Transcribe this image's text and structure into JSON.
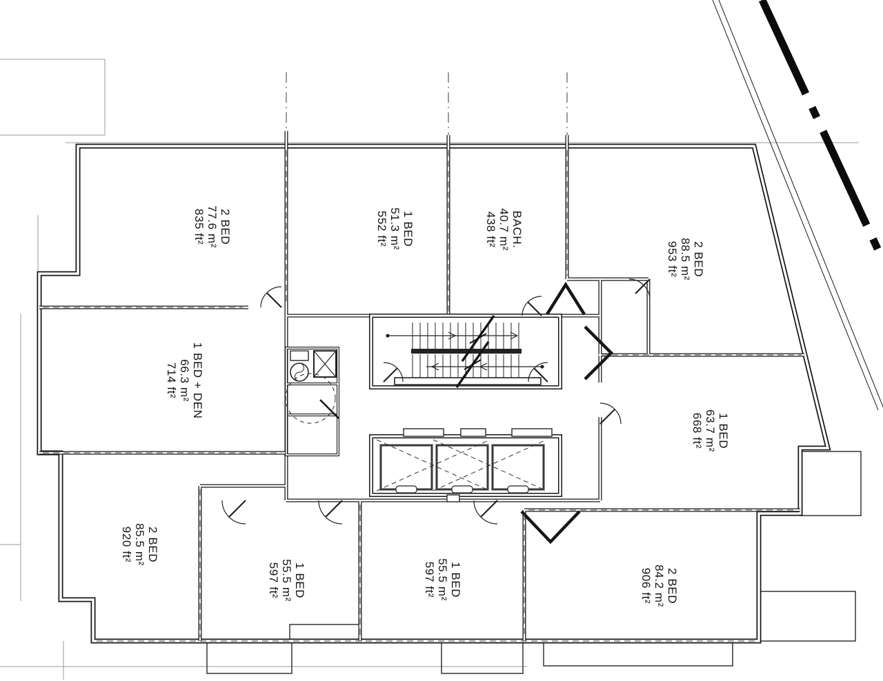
{
  "drawing": {
    "kind": "residential-tower-typical-floor-plan",
    "line_color": "#161616",
    "dashed_color": "#4a4a4a",
    "site_line_color": "#9a9a9a",
    "elevator_count": 3
  },
  "units": [
    {
      "name": "2 BED",
      "area_m2": "77.6 m²",
      "area_ft2": "835 ft²"
    },
    {
      "name": "1 BED",
      "area_m2": "51.3 m²",
      "area_ft2": "552 ft²"
    },
    {
      "name": "BACH.",
      "area_m2": "40.7 m²",
      "area_ft2": "438 ft²"
    },
    {
      "name": "2 BED",
      "area_m2": "88.5 m²",
      "area_ft2": "953 ft²"
    },
    {
      "name": "1 BED + DEN",
      "area_m2": "66.3 m²",
      "area_ft2": "714 ft²"
    },
    {
      "name": "1 BED",
      "area_m2": "63.7 m²",
      "area_ft2": "668 ft²"
    },
    {
      "name": "2 BED",
      "area_m2": "85.5 m²",
      "area_ft2": "920 ft²"
    },
    {
      "name": "1 BED",
      "area_m2": "55.5 m²",
      "area_ft2": "597 ft²"
    },
    {
      "name": "1 BED",
      "area_m2": "55.5 m²",
      "area_ft2": "597 ft²"
    },
    {
      "name": "2 BED",
      "area_m2": "84.2 m²",
      "area_ft2": "906 ft²"
    }
  ]
}
